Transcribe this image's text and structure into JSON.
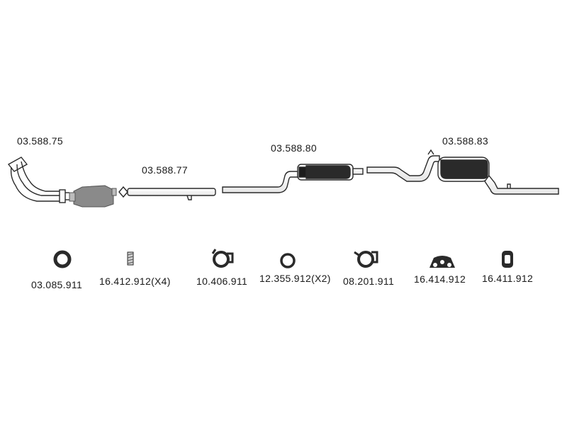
{
  "colors": {
    "line": "#2a2a2a",
    "dark": "#1c1c1c",
    "catalyst": "#8a8a8a",
    "background": "#ffffff"
  },
  "parts": {
    "downpipe": "03.588.75",
    "front_pipe": "03.588.77",
    "center_silencer": "03.588.80",
    "rear_silencer": "03.588.83"
  },
  "fittings": {
    "gasket_ring": "03.085.911",
    "stud": "16.412.912(X4)",
    "clamp_a": "10.406.911",
    "sealing_ring": "12.355.912(X2)",
    "clamp_b": "08.201.911",
    "hanger_triple": "16.414.912",
    "hanger_single": "16.411.912"
  }
}
